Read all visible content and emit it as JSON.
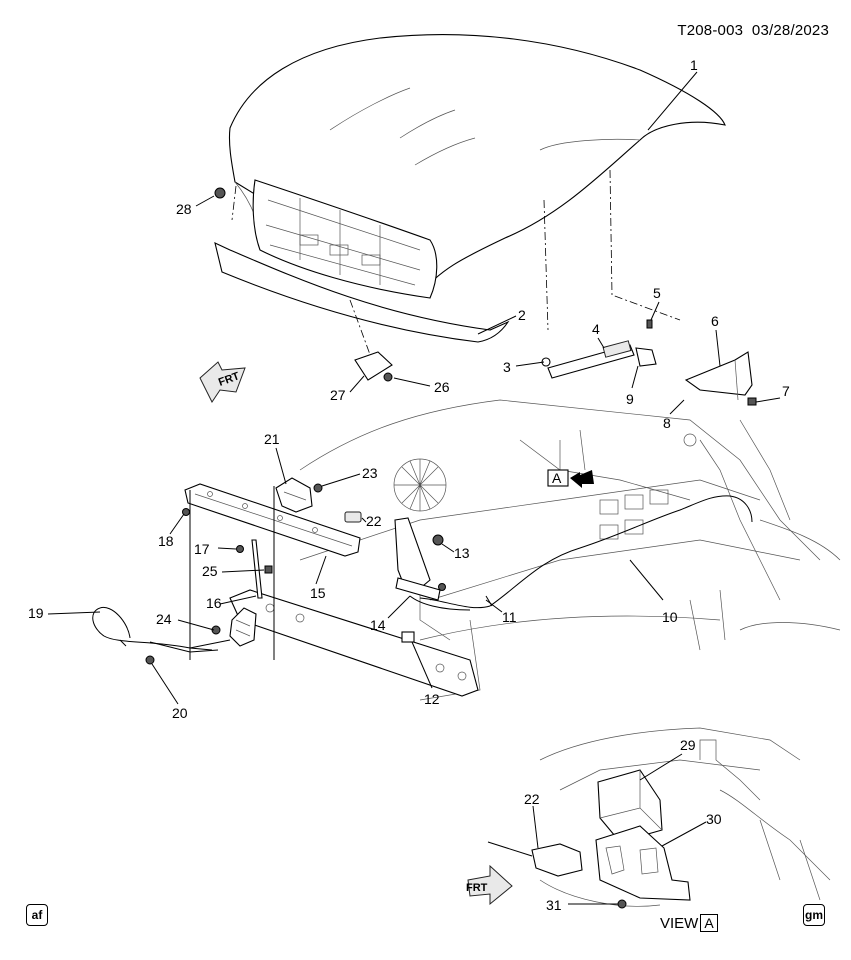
{
  "header": {
    "code": "T208-003",
    "date": "03/28/2023"
  },
  "view_label": {
    "word": "VIEW",
    "letter": "A"
  },
  "view_marker": "A",
  "frt_labels": [
    "FRT",
    "FRT"
  ],
  "badges": {
    "left": "af",
    "right": "gm"
  },
  "callouts": [
    "1",
    "2",
    "3",
    "4",
    "5",
    "6",
    "7",
    "8",
    "9",
    "10",
    "11",
    "12",
    "13",
    "14",
    "15",
    "16",
    "17",
    "18",
    "19",
    "20",
    "21",
    "22",
    "23",
    "24",
    "25",
    "26",
    "27",
    "28",
    "22",
    "29",
    "30",
    "31"
  ]
}
